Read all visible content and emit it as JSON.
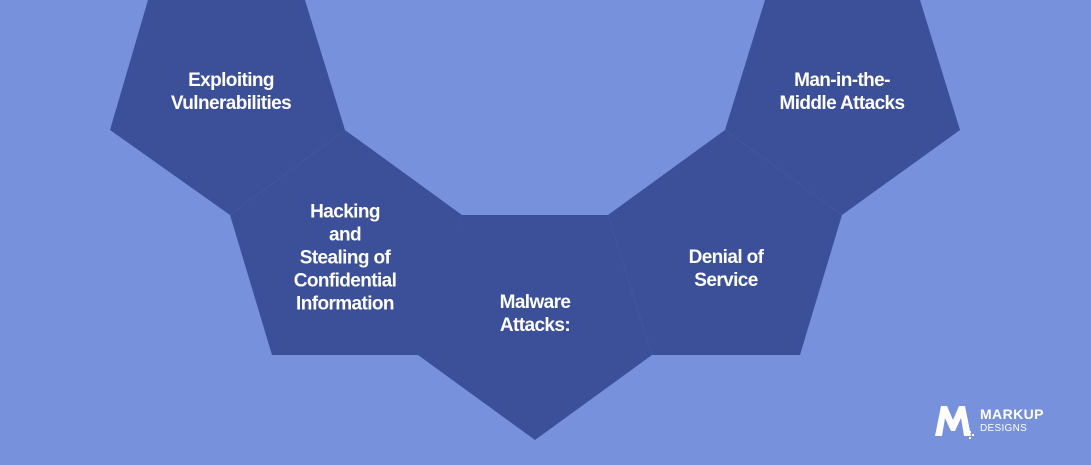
{
  "diagram": {
    "nodes": [
      {
        "id": "exploiting",
        "lines": [
          "Exploiting",
          "Vulnerabilities"
        ]
      },
      {
        "id": "hacking",
        "lines": [
          "Hacking",
          "and",
          "Stealing of",
          "Confidential",
          "Information"
        ]
      },
      {
        "id": "malware",
        "lines": [
          "Malware",
          "Attacks:"
        ]
      },
      {
        "id": "denial",
        "lines": [
          "Denial of",
          "Service"
        ]
      },
      {
        "id": "mitm",
        "lines": [
          "Man-in-the-",
          "Middle Attacks"
        ]
      }
    ]
  },
  "logo": {
    "title": "MARKUP",
    "subtitle": "DESIGNS"
  },
  "colors": {
    "background": "#7891dc",
    "shape_fill": "#3b5098",
    "text": "#ffffff"
  }
}
